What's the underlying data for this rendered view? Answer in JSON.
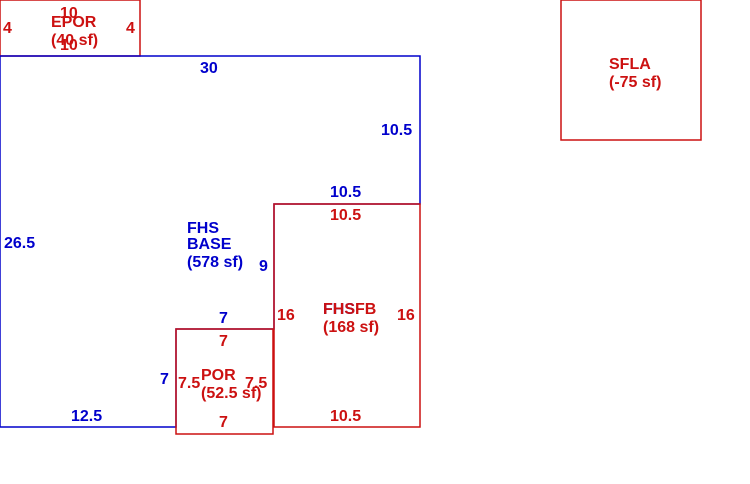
{
  "colors": {
    "blue": "#0000cc",
    "red": "#cc1111",
    "background": "#ffffff"
  },
  "areas": {
    "epor": {
      "name": "EPOR",
      "area": "(40 sf)",
      "color": "red"
    },
    "base": {
      "name_line1": "FHS",
      "name_line2": "BASE",
      "area": "(578 sf)",
      "color": "blue"
    },
    "fhs_fb": {
      "name_a": "FHS",
      "name_b": "FHSFB",
      "area": "(168 sf)",
      "color": "red"
    },
    "por": {
      "name": "POR",
      "area": "(52.5 sf)",
      "color": "red"
    },
    "sfla": {
      "name": "SFLA",
      "area": "(-75 sf)",
      "color": "red"
    }
  },
  "dimensions": {
    "epor_top": "10",
    "epor_bottom": "10",
    "epor_left": "4",
    "epor_right": "4",
    "base_top": "30",
    "base_right": "10.5",
    "base_left": "26.5",
    "base_bottom": "12.5",
    "base_step_top": "10.5",
    "base_inner": "9",
    "base_por_top": "7",
    "base_por_left": "7",
    "fb_top": "10.5",
    "fb_left": "16",
    "fb_right": "16",
    "fb_bottom": "10.5",
    "por_top": "7",
    "por_left": "7.5",
    "por_right": "7.5",
    "por_bottom": "7"
  }
}
